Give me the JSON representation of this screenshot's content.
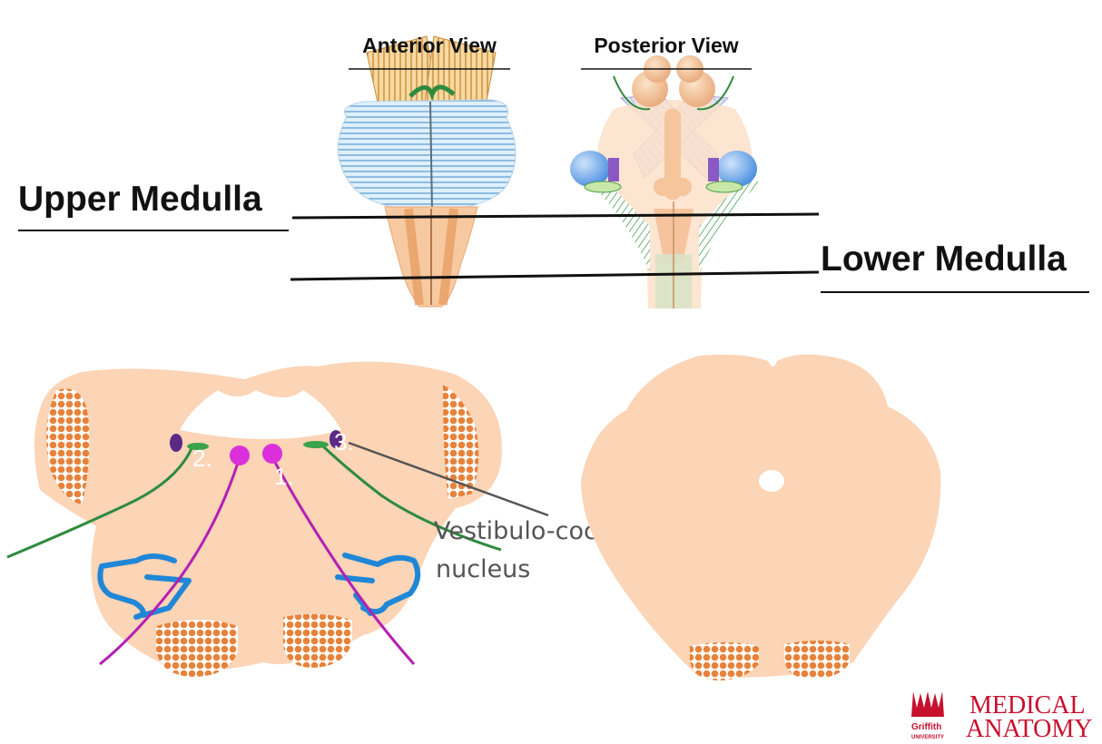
{
  "headings": {
    "anterior": "Anterior View",
    "posterior": "Posterior View"
  },
  "levels": {
    "upper": "Upper Medulla",
    "lower": "Lower Medulla"
  },
  "markers": {
    "one": "1.",
    "two": "2.",
    "three": "3."
  },
  "callout": {
    "line1": "Vestibulo-cochlear",
    "line2": "nucleus"
  },
  "logo": {
    "line1": "MEDICAL",
    "line2": "ANATOMY",
    "brand": "Griffith",
    "sub": "UNIVERSITY"
  },
  "colors": {
    "tissue": "#fcd4b6",
    "hypoglossal": "#cc22cc",
    "vagal": "#2e8b3e",
    "olive": "#29a0d8",
    "pyramid": "#f08a3c",
    "vestibular": "#5a2a86",
    "logo": "#c8102e"
  }
}
